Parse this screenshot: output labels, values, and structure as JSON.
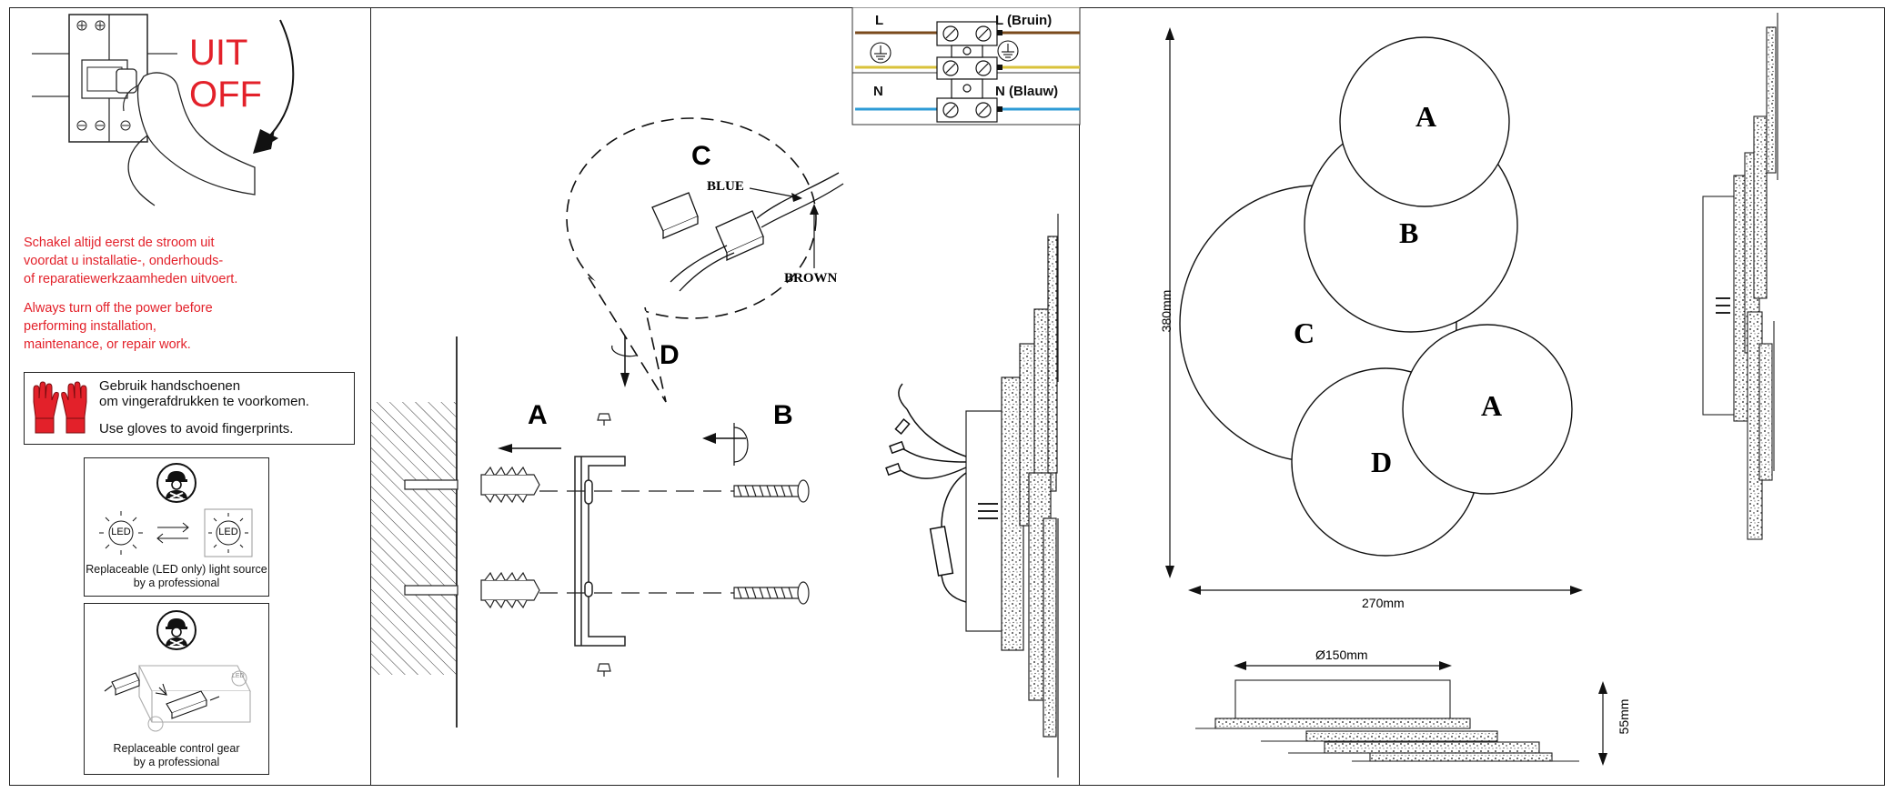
{
  "off_panel": {
    "uit": "UIT",
    "off": "OFF",
    "warning_nl": [
      "Schakel altijd eerst de stroom uit",
      "voordat u installatie-, onderhouds-",
      "of reparatiewerkzaamheden uitvoert."
    ],
    "warning_en": [
      "Always turn off the power before",
      "performing installation,",
      "maintenance, or repair work."
    ]
  },
  "gloves": {
    "line_nl_1": "Gebruik handschoenen",
    "line_nl_2": "om vingerafdrukken te voorkomen.",
    "line_en": "Use gloves to avoid fingerprints."
  },
  "led_card": {
    "led_left": "LED",
    "led_right": "LED",
    "caption_1": "Replaceable (LED only) light source",
    "caption_2": "by a professional"
  },
  "gear_card": {
    "led_label": "LED",
    "caption_1": "Replaceable control gear",
    "caption_2": "by a professional"
  },
  "wiring": {
    "l_left": "L",
    "l_right": "L (Bruin)",
    "n_left": "N",
    "n_right": "N (Blauw)",
    "brown_color": "#7a4a1c",
    "earth_color": "#d9c23a",
    "blue_color": "#2e9bd6"
  },
  "install": {
    "step_a": "A",
    "step_b": "B",
    "step_c": "C",
    "step_d": "D",
    "blue_label": "BLUE",
    "brown_label": "BROWN"
  },
  "dimensions": {
    "circle_a_top": "A",
    "circle_b": "B",
    "circle_c": "C",
    "circle_a_right": "A",
    "circle_d": "D",
    "height": "380mm",
    "width": "270mm",
    "diameter": "Ø150mm",
    "depth": "55mm"
  }
}
